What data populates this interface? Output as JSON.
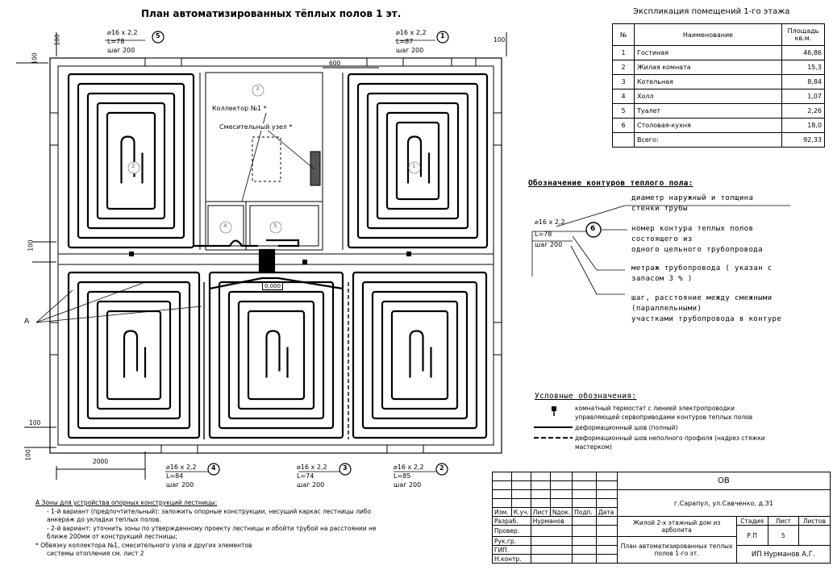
{
  "title": "План автоматизированных тёплых полов 1 эт.",
  "explication": {
    "title": "Экспликация помещений 1-го этажа",
    "headers": [
      "№",
      "Наименование",
      "Площадь кв.м."
    ],
    "rows": [
      [
        "1",
        "Гостиная",
        "46,86"
      ],
      [
        "2",
        "Жилая комната",
        "15,3"
      ],
      [
        "3",
        "Котельная",
        "8,84"
      ],
      [
        "4",
        "Холл",
        "1,07"
      ],
      [
        "5",
        "Туалет",
        "2,26"
      ],
      [
        "6",
        "Столовая-кухня",
        "18,0"
      ],
      [
        "",
        "Всего:",
        "92,33"
      ]
    ]
  },
  "loops": [
    {
      "num": "5",
      "dia": "⌀16 x 2,2",
      "len": "L=78",
      "step": "шаг 200"
    },
    {
      "num": "1",
      "dia": "⌀16 x 2,2",
      "len": "L=87",
      "step": "шаг 200"
    },
    {
      "num": "4",
      "dia": "⌀16 x 2,2",
      "len": "L=84",
      "step": "шаг 200"
    },
    {
      "num": "3",
      "dia": "⌀16 x 2,2",
      "len": "L=74",
      "step": "шаг 200"
    },
    {
      "num": "2",
      "dia": "⌀16 x 2,2",
      "len": "L=85",
      "step": "шаг 200"
    }
  ],
  "plan_labels": {
    "collector": "Коллектор №1 *",
    "mixing": "Смесительный узел *",
    "room3": "3",
    "room4": "4",
    "room5": "5",
    "room2": "2",
    "room1": "1",
    "level": "0,000",
    "zone": "А",
    "dim100": "100",
    "dim600": "600",
    "dim2000": "2000"
  },
  "legend": {
    "title": "Обозначение контуров теплого пола:",
    "dia": "⌀16 x 2,2",
    "len": "L=78",
    "step": "шаг 200",
    "num": "6",
    "desc1a": "диаметр наружный и толщина",
    "desc1b": "стенки трубы",
    "desc2a": "номер   контура теплых полов",
    "desc2b": "состоящего из",
    "desc2c": "одного цельного трубопровода",
    "desc3a": "метраж трубопровода ( указан с",
    "desc3b": "запасом 3 % )",
    "desc4a": "шаг, расстояние между смежными",
    "desc4b": "(параллельными)",
    "desc4c": "участками трубопровода в контуре"
  },
  "conditions": {
    "title": "Условные обозначения:",
    "item1a": "комнатный термостат с линией электропроводки",
    "item1b": "управляющей сервоприводами контуров теплых полов",
    "item2": "деформационный шов (полный)",
    "item3a": "деформационный шов неполного профиля (надрез стяжки",
    "item3b": "мастерком)"
  },
  "notes": {
    "a0": "А   Зоны для устройства опорных конструкций лестницы:",
    "a1": "- 1-й вариант (предпочтительный): заложить опорные конструкции, несущий каркас лестницы либо",
    "a2": "анкераж до укладки теплых полов.",
    "a3": "- 2-й вариант: уточнить зоны по утвержденному проекту лестницы и обойти трубой на расстоянии не",
    "a4": "ближе 200мм от конструкций лестницы;",
    "s0": "*    Обвязку коллектора №1, смесительного узла и других элементов",
    "s1": "системы отопления см. лист 2"
  },
  "stamp": {
    "code": "ОВ",
    "address": "г.Сарапул, ул.Савченко, д.31",
    "cols": [
      "Изм.",
      "К.уч.",
      "Лист",
      "Nдок.",
      "Подп.",
      "Дата"
    ],
    "roles": [
      "Разраб.",
      "Провер.",
      "Рук.гр.",
      "ГИП.",
      "Н.контр."
    ],
    "author": "Нурманов",
    "project": "Жилой 2-х этажный дом из арболита",
    "sheet_title": "План автоматизированных теплых полов 1-го эт.",
    "stage_h": "Стадия",
    "sheet_h": "Лист",
    "sheets_h": "Листов",
    "stage": "Р.П",
    "sheet": "5",
    "sheets": "",
    "company": "ИП Нурманов А.Г."
  }
}
